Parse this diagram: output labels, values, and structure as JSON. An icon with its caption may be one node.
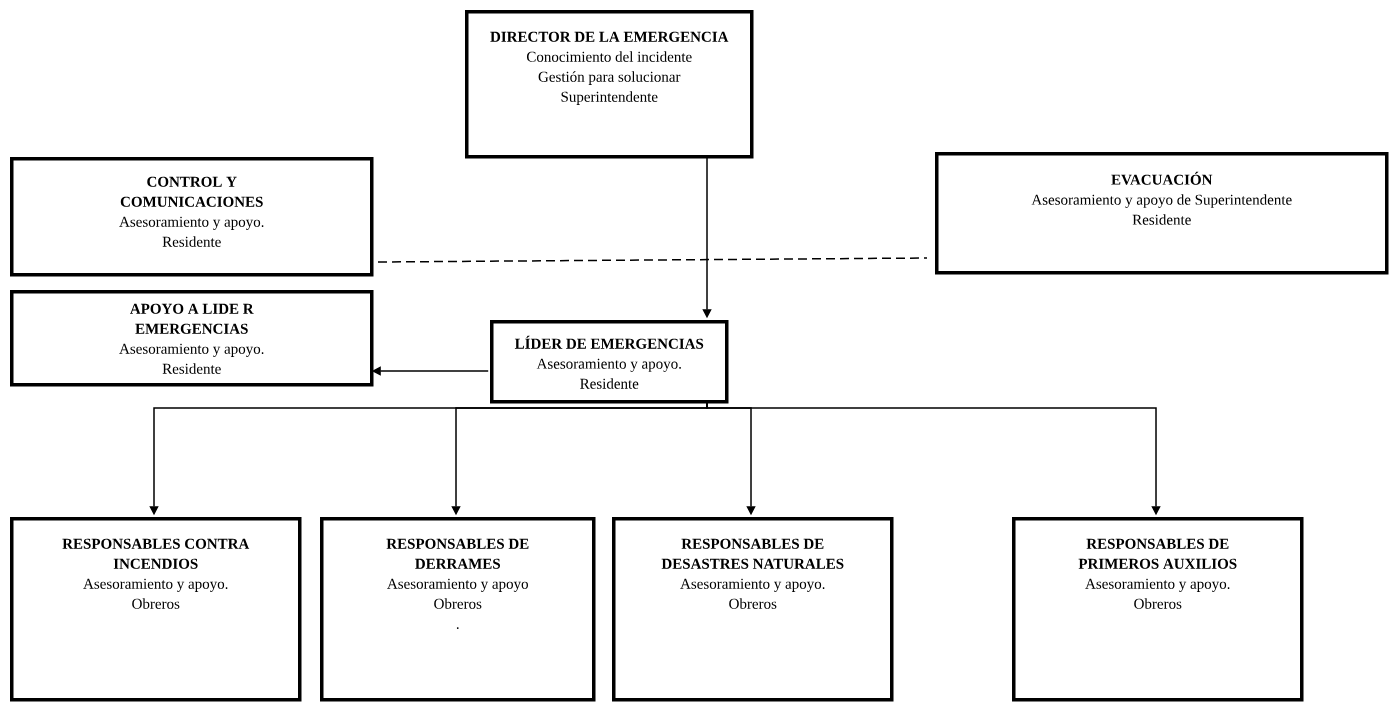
{
  "diagram": {
    "nodes": [
      {
        "text": [
          "DIRECTOR DE LA EMERGENCIA",
          "Conocimiento del incidente",
          "Gestión para solucionar",
          "Superintendente"
        ]
      },
      {
        "text": [
          "CONTROL Y COMUNICACIONES",
          "Asesoramiento y apoyo.",
          "Residente"
        ]
      },
      {
        "text": [
          "EVACUACIÓN",
          "Asesoramiento y apoyo de Superintendente",
          "Residente"
        ]
      },
      {
        "text": [
          "APOYO A LIDE R EMERGENCIAS",
          "Asesoramiento y apoyo.",
          "Residente"
        ]
      },
      {
        "text": [
          "LÍDER DE EMERGENCIAS",
          "Asesoramiento y apoyo.",
          "Residente"
        ]
      },
      {
        "text": [
          "RESPONSABLES CONTRA INCENDIOS",
          "Asesoramiento y apoyo.",
          "Obreros"
        ]
      },
      {
        "text": [
          "RESPONSABLES DE DERRAMES",
          "Asesoramiento y apoyo",
          "Obreros",
          "."
        ]
      },
      {
        "text": [
          "RESPONSABLES DE DESASTRES NATURALES",
          "Asesoramiento y apoyo.",
          "Obreros"
        ]
      },
      {
        "text": [
          "RESPONSABLES DE PRIMEROS AUXILIOS",
          "Asesoramiento y apoyo.",
          "Obreros"
        ]
      }
    ],
    "edges": [
      {
        "from": 0,
        "to": 4,
        "arrow": "to"
      },
      {
        "from": 1,
        "to": 2,
        "arrow": "none",
        "style": "dashed"
      },
      {
        "from": 4,
        "to": 3,
        "arrow": "to"
      },
      {
        "from": 4,
        "to": 5,
        "arrow": "to"
      },
      {
        "from": 4,
        "to": 6,
        "arrow": "to"
      },
      {
        "from": 4,
        "to": 7,
        "arrow": "to"
      },
      {
        "from": 4,
        "to": 8,
        "arrow": "to"
      }
    ]
  }
}
